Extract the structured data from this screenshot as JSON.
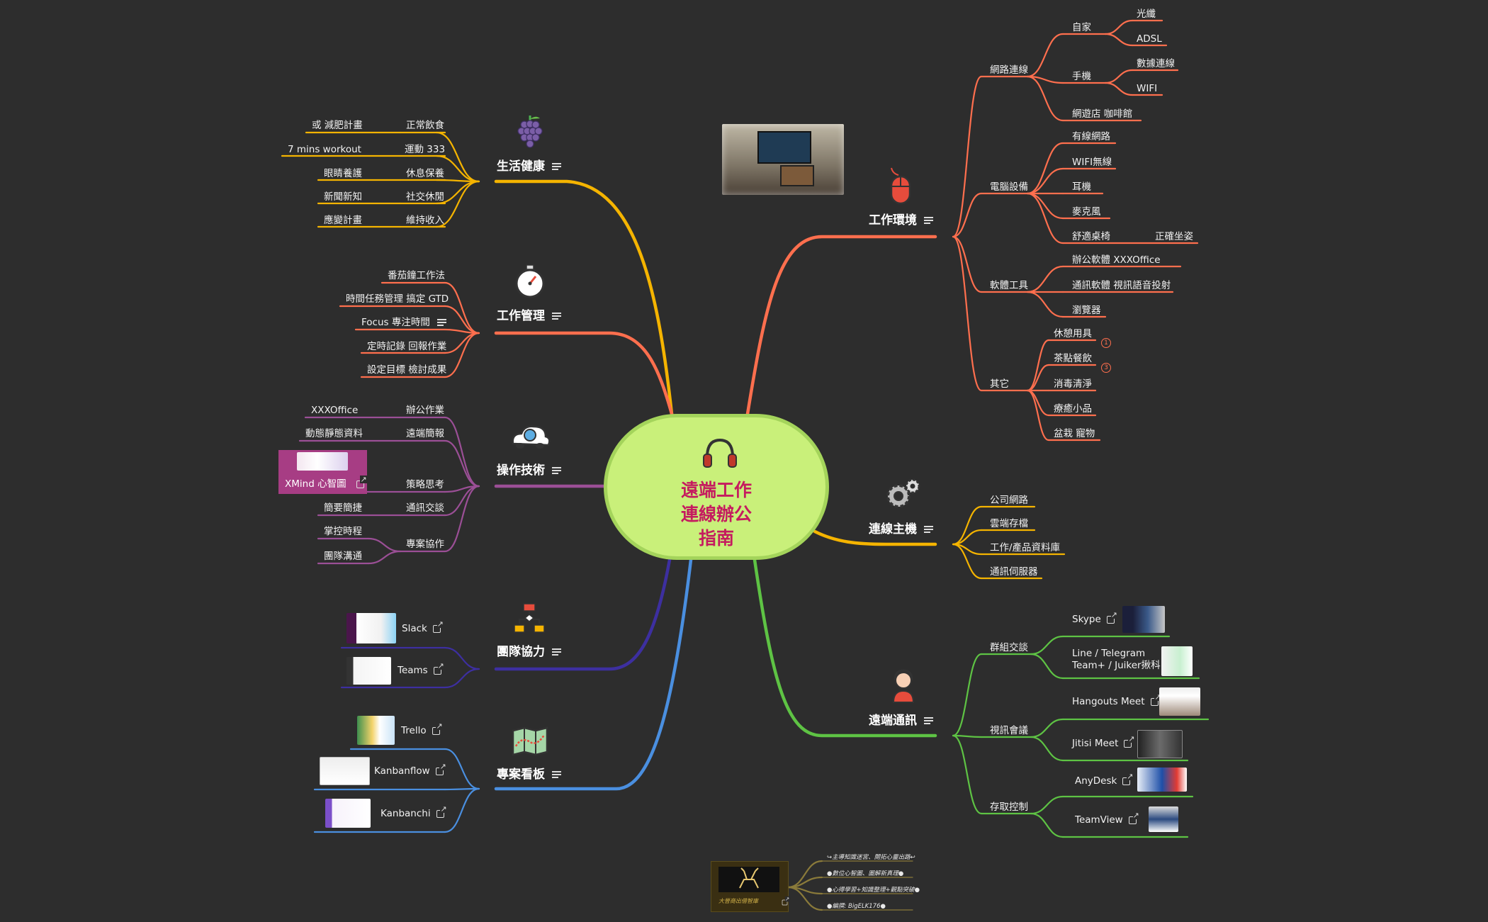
{
  "center": {
    "title": "遠端工作\n連線辦公\n指南",
    "icon": "headphones-icon"
  },
  "colors": {
    "background": "#2d2d2d",
    "center_fill": "#c9f07a",
    "center_text": "#c51b5f",
    "orange_red": "#ff6f4e",
    "amber": "#f5b400",
    "purple": "#9b4f96",
    "indigo": "#3d2fa0",
    "blue": "#4a8fe0",
    "green": "#5ec344"
  },
  "left": {
    "health": {
      "label": "生活健康",
      "icon": "grapes-icon",
      "items": [
        {
          "label": "正常飲食",
          "sub": "或 減肥計畫"
        },
        {
          "label": "運動 333",
          "sub": "7 mins workout"
        },
        {
          "label": "休息保養",
          "sub": "眼睛養護"
        },
        {
          "label": "社交休閒",
          "sub": "新聞新知"
        },
        {
          "label": "維持收入",
          "sub": "應變計畫"
        }
      ]
    },
    "work_mgmt": {
      "label": "工作管理",
      "icon": "stopwatch-icon",
      "items": [
        "番茄鐘工作法",
        "時間任務管理 搞定 GTD",
        "Focus 專注時間",
        "定時記錄 回報作業",
        "設定目標 檢討成果"
      ]
    },
    "skills": {
      "label": "操作技術",
      "icon": "cloud-tech-icon",
      "items": [
        {
          "label": "辦公作業",
          "sub": "XXXOffice"
        },
        {
          "label": "遠端簡報",
          "sub": "動態靜態資料"
        },
        {
          "label": "策略思考",
          "sub": "XMind 心智圖"
        },
        {
          "label": "通訊交談",
          "sub": "簡要簡捷"
        },
        {
          "label": "專案協作",
          "subs": [
            "掌控時程",
            "團隊溝通"
          ]
        }
      ]
    },
    "team": {
      "label": "團隊協力",
      "icon": "org-chart-icon",
      "items": [
        "Slack",
        "Teams"
      ]
    },
    "kanban": {
      "label": "專案看板",
      "icon": "map-icon",
      "items": [
        "Trello",
        "Kanbanflow",
        "Kanbanchi"
      ]
    }
  },
  "right": {
    "env": {
      "label": "工作環境",
      "icon": "mouse-icon",
      "network": {
        "label": "網路連線",
        "home": "自家",
        "home_subs": [
          "光纖",
          "ADSL"
        ],
        "mobile": "手機",
        "mobile_subs": [
          "數據連線",
          "WIFI"
        ],
        "cafe": "網遊店 咖啡館"
      },
      "devices": {
        "label": "電腦設備",
        "items": [
          "有線網路",
          "WIFI無線",
          "耳機",
          "麥克風",
          "舒適桌椅"
        ],
        "chair_sub": "正確坐姿"
      },
      "software": {
        "label": "軟體工具",
        "items": [
          "辦公軟體 XXXOffice",
          "通訊軟體 視訊語音投射",
          "瀏覽器"
        ]
      },
      "other": {
        "label": "其它",
        "items": [
          "休憩用具",
          "茶點餐飲",
          "消毒清淨",
          "療癒小品",
          "盆栽 寵物"
        ],
        "badges": [
          "1",
          "3"
        ]
      }
    },
    "host": {
      "label": "連線主機",
      "icon": "gears-icon",
      "items": [
        "公司網路",
        "雲端存檔",
        "工作/產品資料庫",
        "通訊伺服器"
      ]
    },
    "comm": {
      "label": "遠端通訊",
      "icon": "headset-person-icon",
      "group": {
        "label": "群組交談",
        "items": [
          "Skype",
          "Line / Telegram\nTeam+ / Juiker揪科"
        ]
      },
      "video": {
        "label": "視訊會議",
        "items": [
          "Hangouts Meet",
          "Jitisi Meet"
        ]
      },
      "access": {
        "label": "存取控制",
        "items": [
          "AnyDesk",
          "TeamView"
        ]
      }
    }
  },
  "footer": {
    "card_label": "大晉商出借智庫",
    "lines": [
      "↪主導知識迷宮、開拓心靈出路↩",
      "●數位心智圖、圖解新真理●",
      "●心得學習+知識整理+觀點突破●",
      "●編撰: BigELK176●"
    ]
  }
}
